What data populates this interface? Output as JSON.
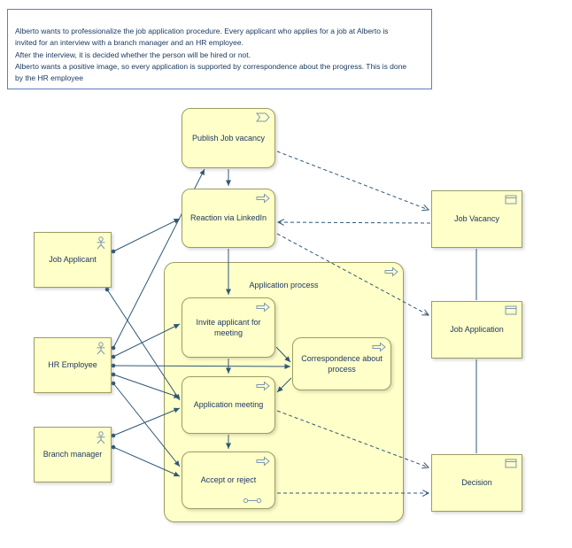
{
  "note": {
    "text": "Alberto wants to professionalize the job application procedure. Every applicant who applies for a job at Alberto is\ninvited for an interview with a branch manager and an HR employee.\nAfter the interview, it is decided whether the person will be hired or not.\nAlberto wants a positive image, so every application is supported by correspondence about the progress. This is done\nby the HR employee"
  },
  "nodes": {
    "publish_job_vacancy": {
      "label": "Publish Job vacancy",
      "type": "business-event"
    },
    "reaction_via_linkedin": {
      "label": "Reaction via LinkedIn",
      "type": "business-process"
    },
    "application_process": {
      "label": "Application process",
      "type": "business-process-group"
    },
    "invite_applicant_for_meeting": {
      "label": "Invite applicant for meeting",
      "type": "business-process"
    },
    "correspondence_about_process": {
      "label": "Correspondence about process",
      "type": "business-process"
    },
    "application_meeting": {
      "label": "Application meeting",
      "type": "business-process"
    },
    "accept_or_reject": {
      "label": "Accept or reject",
      "type": "business-process"
    },
    "job_applicant": {
      "label": "Job Applicant",
      "type": "business-actor"
    },
    "hr_employee": {
      "label": "HR Employee",
      "type": "business-actor"
    },
    "branch_manager": {
      "label": "Branch manager",
      "type": "business-actor"
    },
    "job_vacancy": {
      "label": "Job Vacancy",
      "type": "business-object"
    },
    "job_application": {
      "label": "Job Application",
      "type": "business-object"
    },
    "decision": {
      "label": "Decision",
      "type": "business-object"
    }
  },
  "edges": [
    {
      "from": "job-applicant",
      "to": "reaction-via-linkedin",
      "type": "assignment",
      "points": [
        [
          128,
          284
        ],
        [
          203,
          247
        ]
      ]
    },
    {
      "from": "job-applicant",
      "to": "application-meeting",
      "type": "assignment",
      "points": [
        [
          121,
          327
        ],
        [
          203,
          452
        ]
      ]
    },
    {
      "from": "hr-employee",
      "to": "publish-job-vacancy",
      "type": "assignment",
      "points": [
        [
          128,
          393
        ],
        [
          231,
          191
        ]
      ]
    },
    {
      "from": "hr-employee",
      "to": "invite-applicant-for-meeting",
      "type": "assignment",
      "points": [
        [
          128,
          403
        ],
        [
          203,
          366
        ]
      ]
    },
    {
      "from": "hr-employee",
      "to": "correspondence-about-process",
      "type": "assignment",
      "points": [
        [
          128,
          413
        ],
        [
          328,
          414
        ]
      ]
    },
    {
      "from": "hr-employee",
      "to": "application-meeting",
      "type": "assignment",
      "points": [
        [
          128,
          423
        ],
        [
          203,
          449
        ]
      ]
    },
    {
      "from": "hr-employee",
      "to": "accept-or-reject",
      "type": "assignment",
      "points": [
        [
          128,
          433
        ],
        [
          203,
          527
        ]
      ]
    },
    {
      "from": "branch-manager",
      "to": "application-meeting",
      "type": "assignment",
      "points": [
        [
          128,
          492
        ],
        [
          203,
          461
        ]
      ]
    },
    {
      "from": "branch-manager",
      "to": "accept-or-reject",
      "type": "assignment",
      "points": [
        [
          128,
          505
        ],
        [
          203,
          538
        ]
      ]
    },
    {
      "from": "publish-job-vacancy",
      "to": "reaction-via-linkedin",
      "type": "flow",
      "points": [
        [
          258,
          191
        ],
        [
          258,
          210
        ]
      ]
    },
    {
      "from": "reaction-via-linkedin",
      "to": "invite-applicant-for-meeting",
      "type": "flow",
      "points": [
        [
          258,
          281
        ],
        [
          258,
          333
        ]
      ]
    },
    {
      "from": "invite-applicant-for-meeting",
      "to": "application-meeting",
      "type": "flow",
      "points": [
        [
          258,
          405
        ],
        [
          258,
          422
        ]
      ]
    },
    {
      "from": "application-meeting",
      "to": "accept-or-reject",
      "type": "flow",
      "points": [
        [
          258,
          491
        ],
        [
          258,
          507
        ]
      ]
    },
    {
      "from": "invite-applicant-for-meeting",
      "to": "correspondence-about-process",
      "type": "flow",
      "points": [
        [
          312,
          392
        ],
        [
          328,
          409
        ]
      ]
    },
    {
      "from": "correspondence-about-process",
      "to": "application-meeting",
      "type": "flow",
      "points": [
        [
          329,
          427
        ],
        [
          313,
          443
        ]
      ]
    },
    {
      "from": "publish-job-vacancy",
      "to": "job-vacancy",
      "type": "access",
      "points": [
        [
          313,
          171
        ],
        [
          484,
          237
        ]
      ]
    },
    {
      "from": "job-vacancy",
      "to": "reaction-via-linkedin",
      "type": "access",
      "points": [
        [
          486,
          252
        ],
        [
          314,
          251
        ]
      ]
    },
    {
      "from": "reaction-via-linkedin",
      "to": "job-application",
      "type": "access",
      "points": [
        [
          313,
          264
        ],
        [
          484,
          356
        ]
      ]
    },
    {
      "from": "application-meeting",
      "to": "decision",
      "type": "access",
      "points": [
        [
          313,
          464
        ],
        [
          484,
          528
        ]
      ]
    },
    {
      "from": "accept-or-reject",
      "to": "decision",
      "type": "access",
      "points": [
        [
          313,
          557
        ],
        [
          484,
          557
        ]
      ]
    },
    {
      "from": "job-vacancy",
      "to": "job-application",
      "type": "association",
      "points": [
        [
          538,
          281
        ],
        [
          538,
          339
        ]
      ]
    },
    {
      "from": "job-application",
      "to": "decision",
      "type": "association",
      "points": [
        [
          538,
          406
        ],
        [
          538,
          512
        ]
      ]
    }
  ],
  "colors": {
    "node_fill": "#FFFFC9",
    "node_border": "#9C9C63",
    "edge": "#2F5876",
    "note_border": "#5B7FBE",
    "text": "#1F3864",
    "icon": "#7C97B6",
    "background": "#FFFFFF"
  }
}
